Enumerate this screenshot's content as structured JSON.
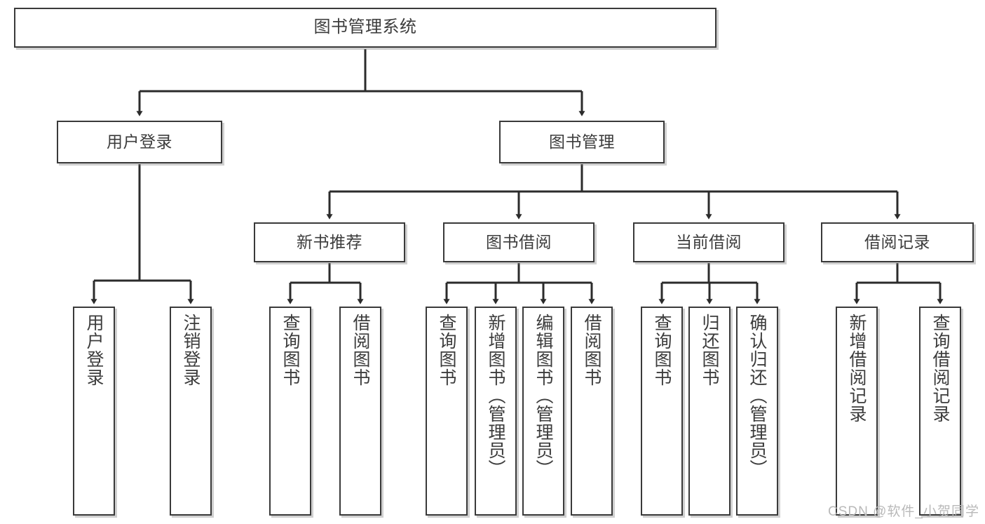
{
  "diagram": {
    "type": "tree-hierarchy-chart",
    "title": "图书管理系统",
    "watermark": "CSDN @软件_小贺同学",
    "colors": {
      "box_border": "#3a3a3a",
      "box_fill": "#ffffff",
      "text": "#3c3c3c",
      "edge": "#2b2b2b",
      "background": "#ffffff",
      "watermark": "#b9b9b9"
    },
    "nodes": {
      "root": {
        "label": "图书管理系统"
      },
      "level1": [
        {
          "label": "用户登录"
        },
        {
          "label": "图书管理"
        }
      ],
      "level2": [
        {
          "label": "新书推荐"
        },
        {
          "label": "图书借阅"
        },
        {
          "label": "当前借阅"
        },
        {
          "label": "借阅记录"
        }
      ],
      "leaves": {
        "user_login": [
          {
            "label": "用户登录"
          },
          {
            "label": "注销登录"
          }
        ],
        "new_book_recommend": [
          {
            "label": "查询图书"
          },
          {
            "label": "借阅图书"
          }
        ],
        "book_borrow": [
          {
            "label": "查询图书"
          },
          {
            "label": "新增图书（管理员）"
          },
          {
            "label": "编辑图书（管理员）"
          },
          {
            "label": "借阅图书"
          }
        ],
        "current_borrow": [
          {
            "label": "查询图书"
          },
          {
            "label": "归还图书"
          },
          {
            "label": "确认归还（管理员）"
          }
        ],
        "borrow_record": [
          {
            "label": "新增借阅记录"
          },
          {
            "label": "查询借阅记录"
          }
        ]
      }
    }
  }
}
